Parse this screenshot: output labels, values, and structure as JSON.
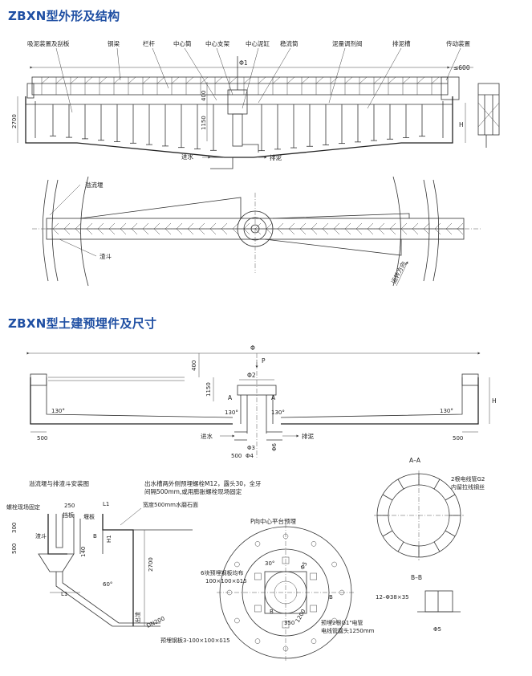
{
  "titles": {
    "structure": "ZBXN型外形及结构",
    "civil": "ZBXN型土建预埋件及尺寸"
  },
  "fig1": {
    "callouts": [
      "吸泥装置及刮板",
      "钢梁",
      "栏杆",
      "中心筒",
      "中心支架",
      "中心泥缸",
      "稳流筒",
      "泥量调剂阀",
      "排泥槽",
      "传动装置"
    ],
    "phi1": "Φ1",
    "le600": "≤600",
    "d2700": "2700",
    "d400": "400",
    "d1150": "1150",
    "h": "H",
    "inlet": "进水",
    "sludge_out": "排泥"
  },
  "fig2": {
    "weir": "溢流堰",
    "hopper": "渣斗",
    "rotation": "运转方向"
  },
  "fig3": {
    "phi": "Φ",
    "p": "P",
    "phi2": "Φ2",
    "d400": "400",
    "d1150": "1150",
    "h": "H",
    "a_left": "A",
    "a_right": "A",
    "angle_l1": "130°",
    "angle_l2": "130°",
    "angle_r1": "130°",
    "angle_r2": "130°",
    "d500_l": "500",
    "d500_r": "500",
    "inlet": "进水",
    "sludge_out": "排泥",
    "phi3": "Φ3",
    "phi4": "Φ4",
    "d500_b": "500",
    "phi6": "Φ6"
  },
  "fig4": {
    "heading": "溢流堰与排渣斗安装图",
    "note_line1": "出水槽两外侧预埋螺栓M12，露头30，全牙",
    "note_line2": "间隔500mm,或用膨胀螺栓现场固定",
    "bolt": "螺栓现场固定",
    "d250": "250",
    "baffle": "挡板",
    "weir_plate": "堰板",
    "l1_top": "L1",
    "grind": "宽度500mm水磨石面",
    "d300": "300",
    "d500": "500",
    "d140": "140",
    "b": "B",
    "h1": "H1",
    "hopper": "渣斗",
    "d2700": "2700",
    "angle60": "60°",
    "l1_bottom": "L1",
    "outlet": "出渣",
    "dn200": "DN200"
  },
  "fig5": {
    "heading": "P向中心平台预埋",
    "plates_line1": "6块预埋钢板均布",
    "plates_line2": "100×100×δ15",
    "angle30": "30°",
    "phi5": "Φ5",
    "d1200": "1200",
    "b_right": "B",
    "b_left": "B",
    "d350": "350",
    "conduit_line1": "预埋2根G1\"电管",
    "conduit_line2": "电线管露头1250mm",
    "plates3": "预埋钢板3-100×100×δ15"
  },
  "fig6": {
    "aa": "A–A",
    "g2_line1": "2根电线管G2",
    "g2_line2": "内留拉线钢丝",
    "bb": "B–B",
    "bolts": "12–Φ38×35",
    "phi5": "Φ5"
  }
}
